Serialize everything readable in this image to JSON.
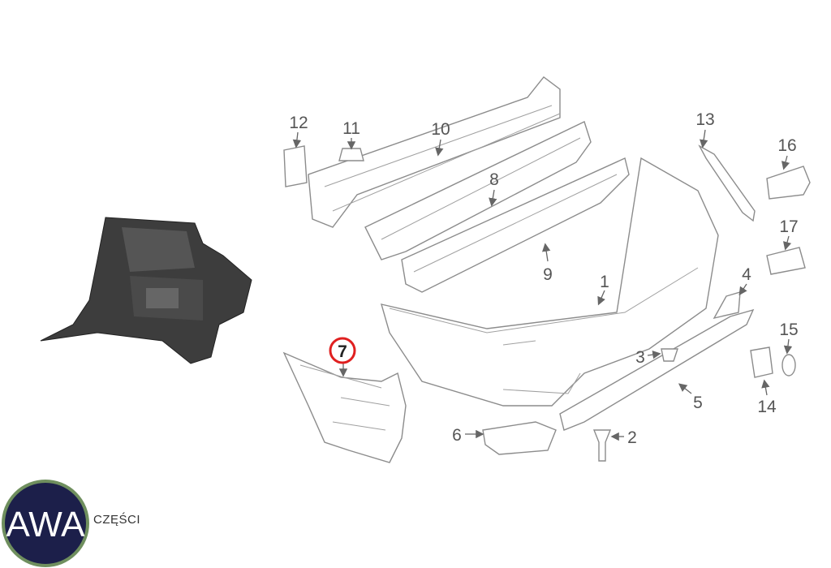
{
  "diagram": {
    "callouts": [
      "12",
      "11",
      "10",
      "8",
      "9",
      "1",
      "13",
      "16",
      "17",
      "4",
      "15",
      "3",
      "5",
      "14",
      "6",
      "2",
      "7"
    ],
    "highlighted_part": "7",
    "highlight_color": "#e02020"
  },
  "logo": {
    "mark": "AWA",
    "text": "CZĘŚCI",
    "circle_color": "#1c1f4a",
    "ring_color": "#6f8f5e"
  }
}
